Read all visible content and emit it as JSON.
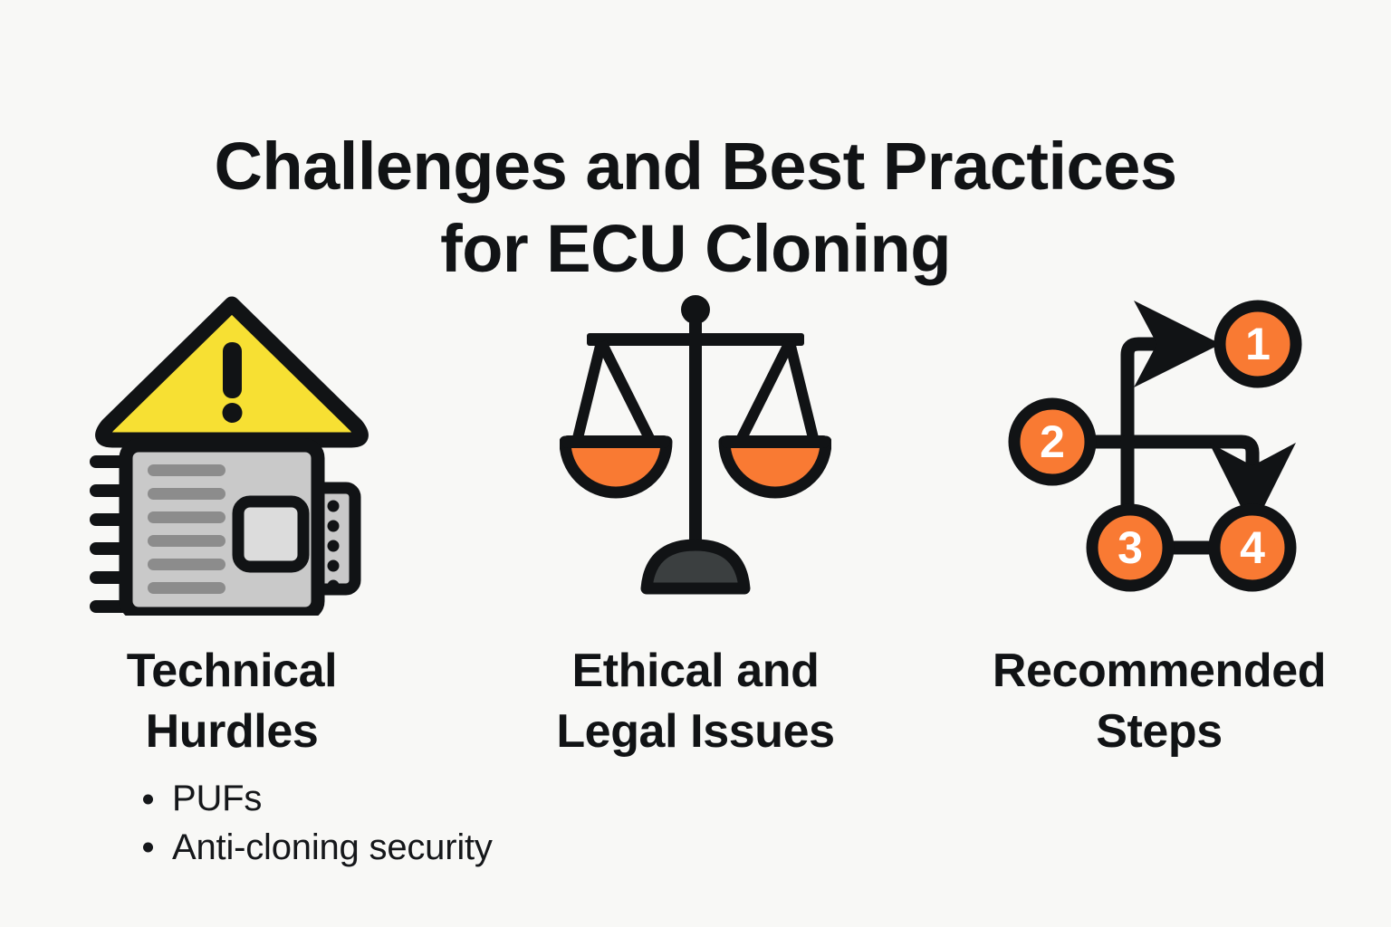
{
  "title": "Challenges and Best Practices\nfor ECU Cloning",
  "background_color": "#f8f8f6",
  "colors": {
    "ink": "#111315",
    "orange": "#f97a33",
    "yellow": "#f7e033",
    "chip_body": "#c9c9c9",
    "chip_bar": "#8c8c8c",
    "base_dark": "#3b3f40"
  },
  "columns": [
    {
      "icon": "ecu-chip-warning-icon",
      "label": "Technical\nHurdles"
    },
    {
      "icon": "balance-scales-icon",
      "label": "Ethical and\nLegal Issues"
    },
    {
      "icon": "numbered-flowchart-icon",
      "label": "Recommended\nSteps"
    }
  ],
  "flowchart": {
    "nodes": [
      {
        "number": "1"
      },
      {
        "number": "2"
      },
      {
        "number": "3"
      },
      {
        "number": "4"
      }
    ]
  },
  "bullets": [
    "PUFs",
    "Anti-cloning security"
  ]
}
